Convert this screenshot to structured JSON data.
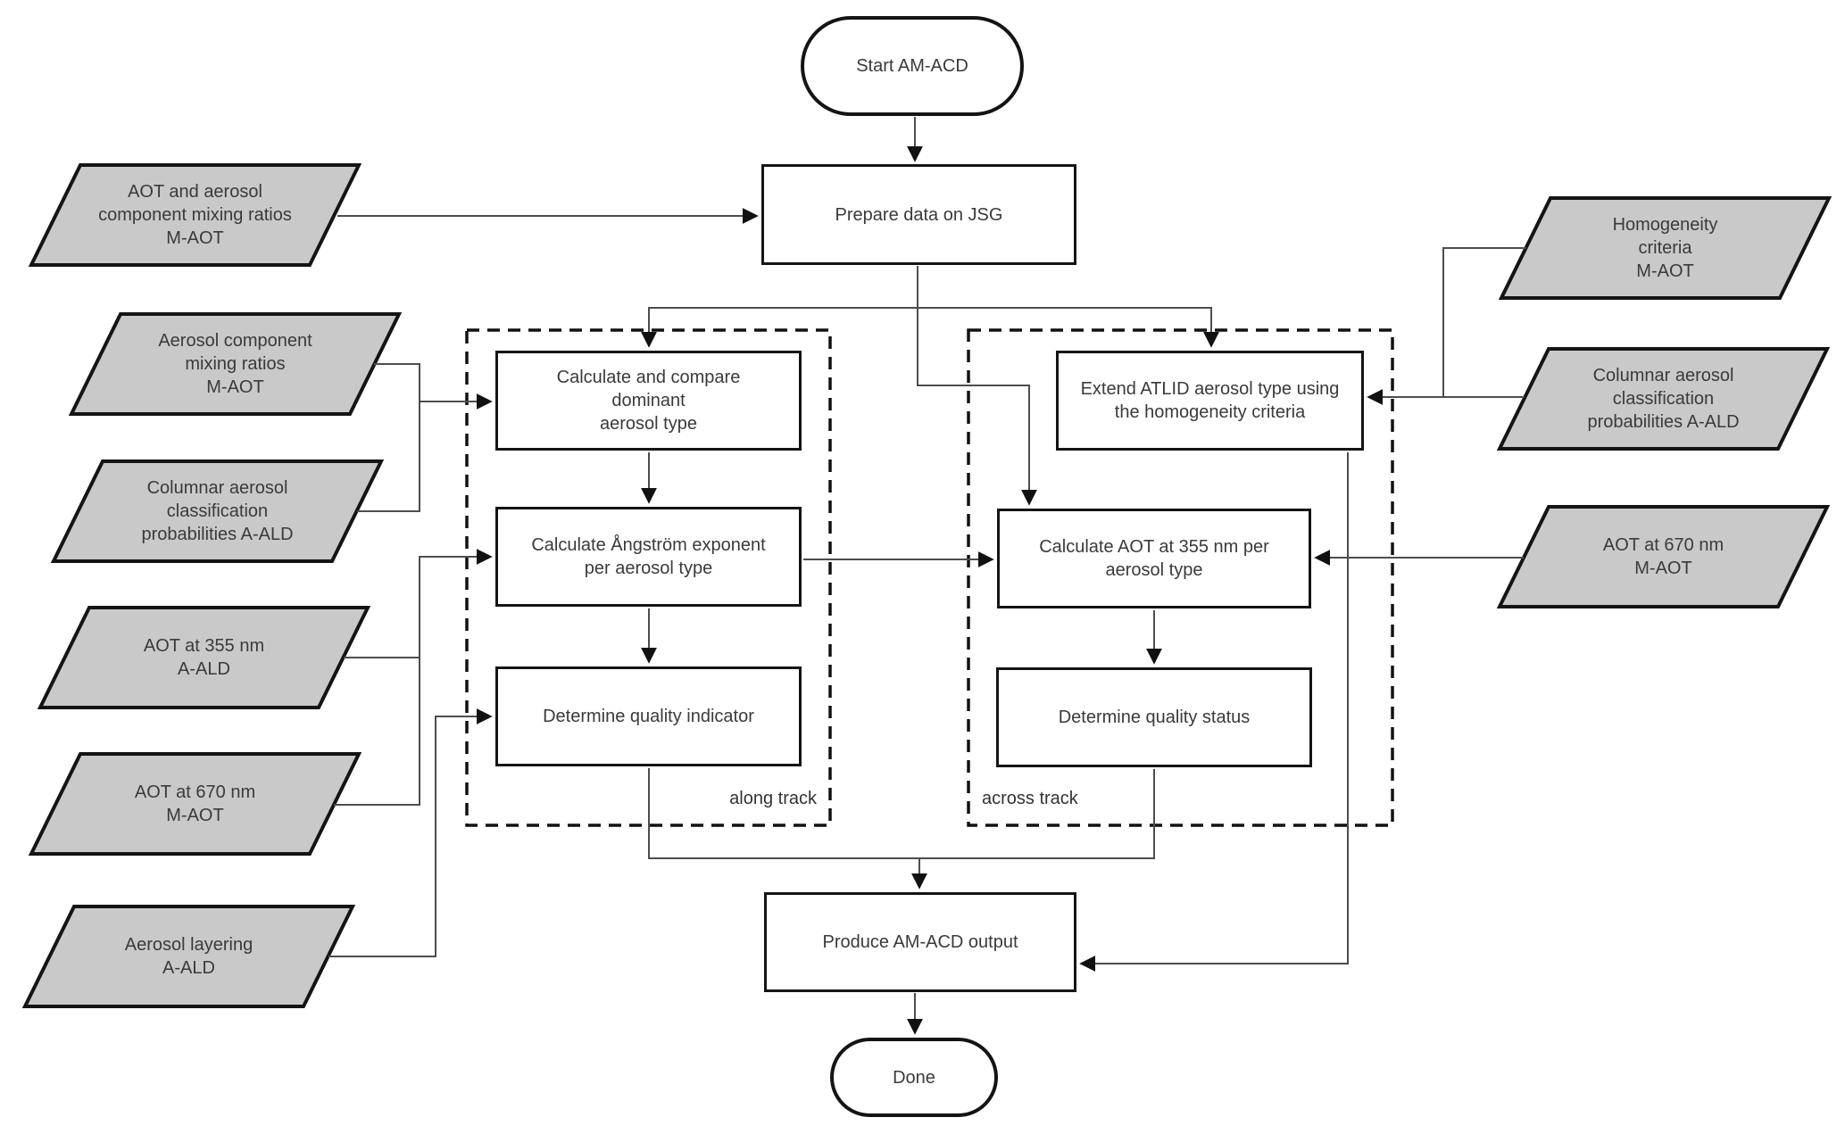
{
  "colors": {
    "input_fill": "#c9c9c9",
    "shape_border": "#141414",
    "process_fill": "#ffffff",
    "connector": "#4d4d4d",
    "text": "#3a3a3a"
  },
  "nodes": {
    "start": {
      "label": "Start AM-ACD"
    },
    "prepare": {
      "label": "Prepare data on JSG"
    },
    "calc_compare": {
      "label": "Calculate and compare\ndominant\naerosol type"
    },
    "calc_angstrom": {
      "label": "Calculate Ångström exponent\nper aerosol type"
    },
    "quality_indicator": {
      "label": "Determine quality indicator"
    },
    "extend_atlid": {
      "label": "Extend ATLID aerosol type using\nthe homogeneity criteria"
    },
    "calc_aot355": {
      "label": "Calculate AOT at 355 nm per\naerosol type"
    },
    "quality_status": {
      "label": "Determine quality status"
    },
    "produce": {
      "label": "Produce AM-ACD output"
    },
    "done": {
      "label": "Done"
    }
  },
  "inputs": {
    "aot_and_mixing": {
      "label": "AOT and aerosol\ncomponent mixing ratios\nM-AOT"
    },
    "mixing_ratios": {
      "label": "Aerosol component\nmixing ratios\nM-AOT"
    },
    "columnar_left": {
      "label": "Columnar aerosol\nclassification\nprobabilities A-ALD"
    },
    "aot355": {
      "label": "AOT at 355 nm\nA-ALD"
    },
    "aot670_left": {
      "label": "AOT at 670 nm\nM-AOT"
    },
    "layering": {
      "label": "Aerosol layering\nA-ALD"
    },
    "homogeneity": {
      "label": "Homogeneity\ncriteria\nM-AOT"
    },
    "columnar_right": {
      "label": "Columnar aerosol\nclassification\nprobabilities A-ALD"
    },
    "aot670_right": {
      "label": "AOT at 670 nm\nM-AOT"
    }
  },
  "groups": {
    "along": {
      "label": "along track"
    },
    "across": {
      "label": "across track"
    }
  },
  "edges": [
    "start -> prepare",
    "aot_and_mixing -> prepare",
    "prepare -> calc_compare",
    "prepare -> extend_atlid",
    "prepare -> calc_aot355",
    "mixing_ratios -> calc_compare",
    "columnar_left -> calc_compare",
    "aot355 -> calc_angstrom",
    "aot670_left -> calc_angstrom",
    "calc_compare -> calc_angstrom",
    "calc_angstrom -> quality_indicator",
    "calc_angstrom -> calc_aot355",
    "layering -> quality_indicator",
    "homogeneity -> extend_atlid",
    "columnar_right -> extend_atlid",
    "aot670_right -> calc_aot355",
    "calc_aot355 -> quality_status",
    "quality_indicator -> produce",
    "quality_status -> produce",
    "extend_atlid -> produce",
    "produce -> done"
  ]
}
